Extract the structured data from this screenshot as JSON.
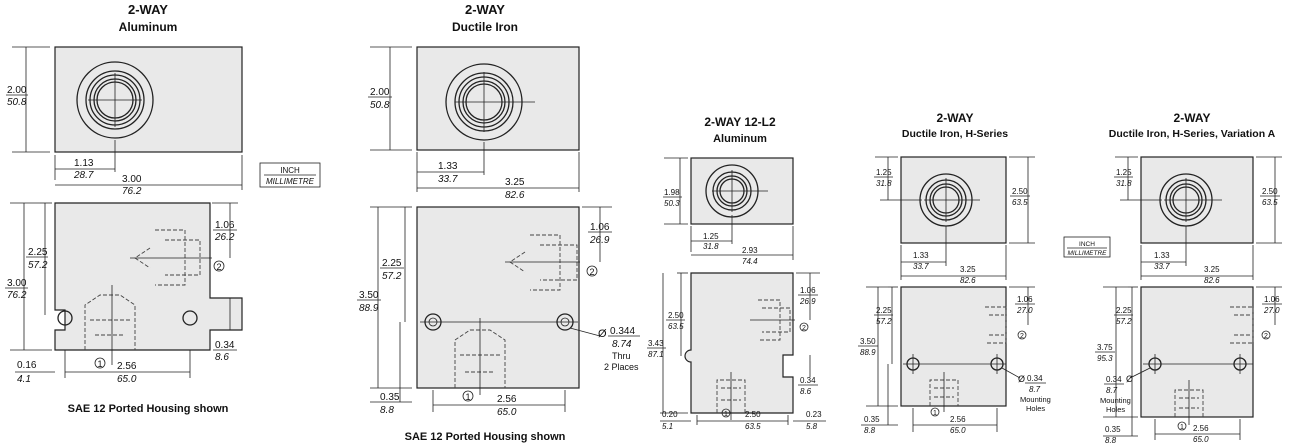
{
  "views": [
    {
      "title": "2-WAY",
      "subtitle": "Aluminum",
      "dims": {
        "top_h": [
          "2.00",
          "50.8"
        ],
        "port_x": [
          "1.13",
          "28.7"
        ],
        "width": [
          "3.00",
          "76.2"
        ],
        "side_port": [
          "1.06",
          "26.2"
        ],
        "port_h": [
          "2.25",
          "57.2"
        ],
        "height": [
          "3.00",
          "76.2"
        ],
        "slot_h": [
          "0.34",
          "8.6"
        ],
        "slot_x": [
          "0.16",
          "4.1"
        ],
        "slot_span": [
          "2.56",
          "65.0"
        ]
      },
      "callout1": "1",
      "callout2": "2",
      "note": "SAE 12 Ported Housing shown"
    },
    {
      "title": "2-WAY",
      "subtitle": "Ductile Iron",
      "dims": {
        "top_h": [
          "2.00",
          "50.8"
        ],
        "port_x": [
          "1.33",
          "33.7"
        ],
        "width": [
          "3.25",
          "82.6"
        ],
        "side_port": [
          "1.06",
          "26.9"
        ],
        "port_h": [
          "2.25",
          "57.2"
        ],
        "height": [
          "3.50",
          "88.9"
        ],
        "hole_dia": [
          "0.344",
          "8.74"
        ],
        "hole_y": [
          "0.35",
          "8.8"
        ],
        "hole_span": [
          "2.56",
          "65.0"
        ]
      },
      "hole_note": [
        "Thru",
        "2 Places"
      ],
      "diameter_symbol": "Ø",
      "callout1": "1",
      "callout2": "2",
      "note": "SAE 12 Ported Housing shown"
    },
    {
      "title": "2-WAY 12-L2",
      "subtitle": "Aluminum",
      "dims": {
        "top_h": [
          "1.98",
          "50.3"
        ],
        "port_x": [
          "1.25",
          "31.8"
        ],
        "width": [
          "2.93",
          "74.4"
        ],
        "side_port": [
          "1.06",
          "26.9"
        ],
        "port_h": [
          "2.50",
          "63.5"
        ],
        "height": [
          "3.43",
          "87.1"
        ],
        "slot_h": [
          "0.34",
          "8.6"
        ],
        "slot_x": [
          "0.20",
          "5.1"
        ],
        "slot_span": [
          "2.50",
          "63.5"
        ],
        "slot_x2": [
          "0.23",
          "5.8"
        ]
      },
      "callout1": "1",
      "callout2": "2"
    },
    {
      "title": "2-WAY",
      "subtitle": "Ductile Iron, H-Series",
      "dims": {
        "port_y": [
          "1.25",
          "31.8"
        ],
        "top_h": [
          "2.50",
          "63.5"
        ],
        "port_x": [
          "1.33",
          "33.7"
        ],
        "width": [
          "3.25",
          "82.6"
        ],
        "side_port": [
          "1.06",
          "27.0"
        ],
        "port_h": [
          "2.25",
          "57.2"
        ],
        "height": [
          "3.50",
          "88.9"
        ],
        "hole_dia": [
          "0.34",
          "8.7"
        ],
        "hole_y": [
          "0.35",
          "8.8"
        ],
        "hole_span": [
          "2.56",
          "65.0"
        ]
      },
      "hole_note": [
        "Mounting",
        "Holes"
      ],
      "diameter_symbol": "Ø",
      "callout1": "1",
      "callout2": "2"
    },
    {
      "title": "2-WAY",
      "subtitle": "Ductile Iron, H-Series, Variation A",
      "dims": {
        "port_y": [
          "1.25",
          "31.8"
        ],
        "top_h": [
          "2.50",
          "63.5"
        ],
        "port_x": [
          "1.33",
          "33.7"
        ],
        "width": [
          "3.25",
          "82.6"
        ],
        "side_port": [
          "1.06",
          "27.0"
        ],
        "port_h": [
          "2.25",
          "57.2"
        ],
        "height": [
          "3.75",
          "95.3"
        ],
        "hole_dia": [
          "0.34",
          "8.7"
        ],
        "hole_y": [
          "0.35",
          "8.8"
        ],
        "hole_span": [
          "2.56",
          "65.0"
        ]
      },
      "hole_note": [
        "Mounting",
        "Holes"
      ],
      "diameter_symbol": "Ø",
      "callout1": "1",
      "callout2": "2"
    }
  ],
  "legend": {
    "inch": "INCH",
    "mm": "MILLIMETRE"
  }
}
